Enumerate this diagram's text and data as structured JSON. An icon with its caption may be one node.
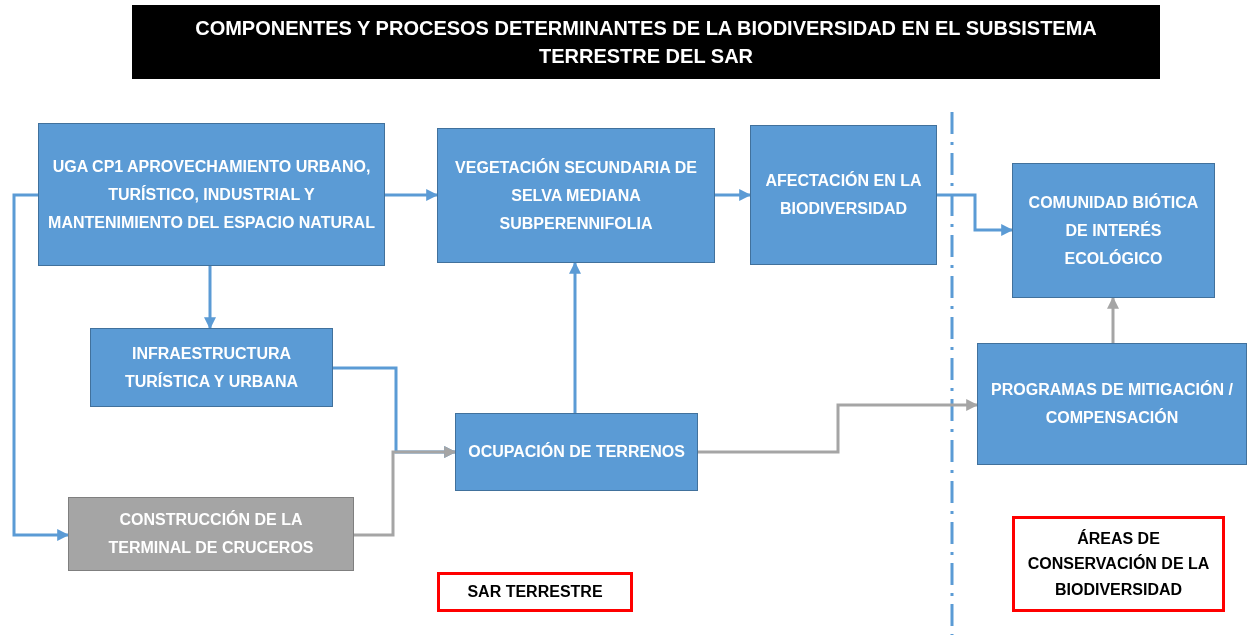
{
  "diagram": {
    "title": "COMPONENTES Y PROCESOS DETERMINANTES DE LA BIODIVERSIDAD EN EL SUBSISTEMA TERRESTRE DEL SAR",
    "nodes": [
      {
        "text": [
          "UGA CP1 APROVECHAMIENTO URBANO, TURÍSTICO, INDUSTRIAL Y MANTENIMIENTO DEL ESPACIO NATURAL"
        ]
      },
      {
        "text": [
          "VEGETACIÓN SECUNDARIA DE SELVA MEDIANA SUBPERENNIFOLIA"
        ]
      },
      {
        "text": [
          "AFECTACIÓN EN LA BIODIVERSIDAD"
        ]
      },
      {
        "text": [
          "COMUNIDAD BIÓTICA DE INTERÉS ECOLÓGICO"
        ]
      },
      {
        "text": [
          "INFRAESTRUCTURA TURÍSTICA Y URBANA"
        ]
      },
      {
        "text": [
          "PROGRAMAS DE MITIGACIÓN / COMPENSACIÓN"
        ]
      },
      {
        "text": [
          "OCUPACIÓN DE TERRENOS"
        ]
      },
      {
        "text": [
          "CONSTRUCCIÓN DE LA TERMINAL DE CRUCEROS"
        ]
      },
      {
        "text": [
          "SAR TERRESTRE"
        ]
      },
      {
        "text": [
          "ÁREAS DE CONSERVACIÓN DE LA BIODIVERSIDAD"
        ]
      }
    ],
    "edges": [
      {
        "from": 0,
        "to": 1,
        "arrow": "to"
      },
      {
        "from": 1,
        "to": 2,
        "arrow": "to"
      },
      {
        "from": 2,
        "to": 3,
        "arrow": "to"
      },
      {
        "from": 0,
        "to": 4,
        "arrow": "to"
      },
      {
        "from": 0,
        "to": 7,
        "arrow": "to"
      },
      {
        "from": 4,
        "to": 6,
        "arrow": "to"
      },
      {
        "from": 7,
        "to": 6,
        "arrow": "to",
        "color": "#a5a5a5"
      },
      {
        "from": 6,
        "to": 1,
        "arrow": "to"
      },
      {
        "from": 6,
        "to": 5,
        "arrow": "to",
        "color": "#a5a5a5"
      },
      {
        "from": 5,
        "to": 3,
        "arrow": "to",
        "color": "#a5a5a5"
      }
    ]
  }
}
